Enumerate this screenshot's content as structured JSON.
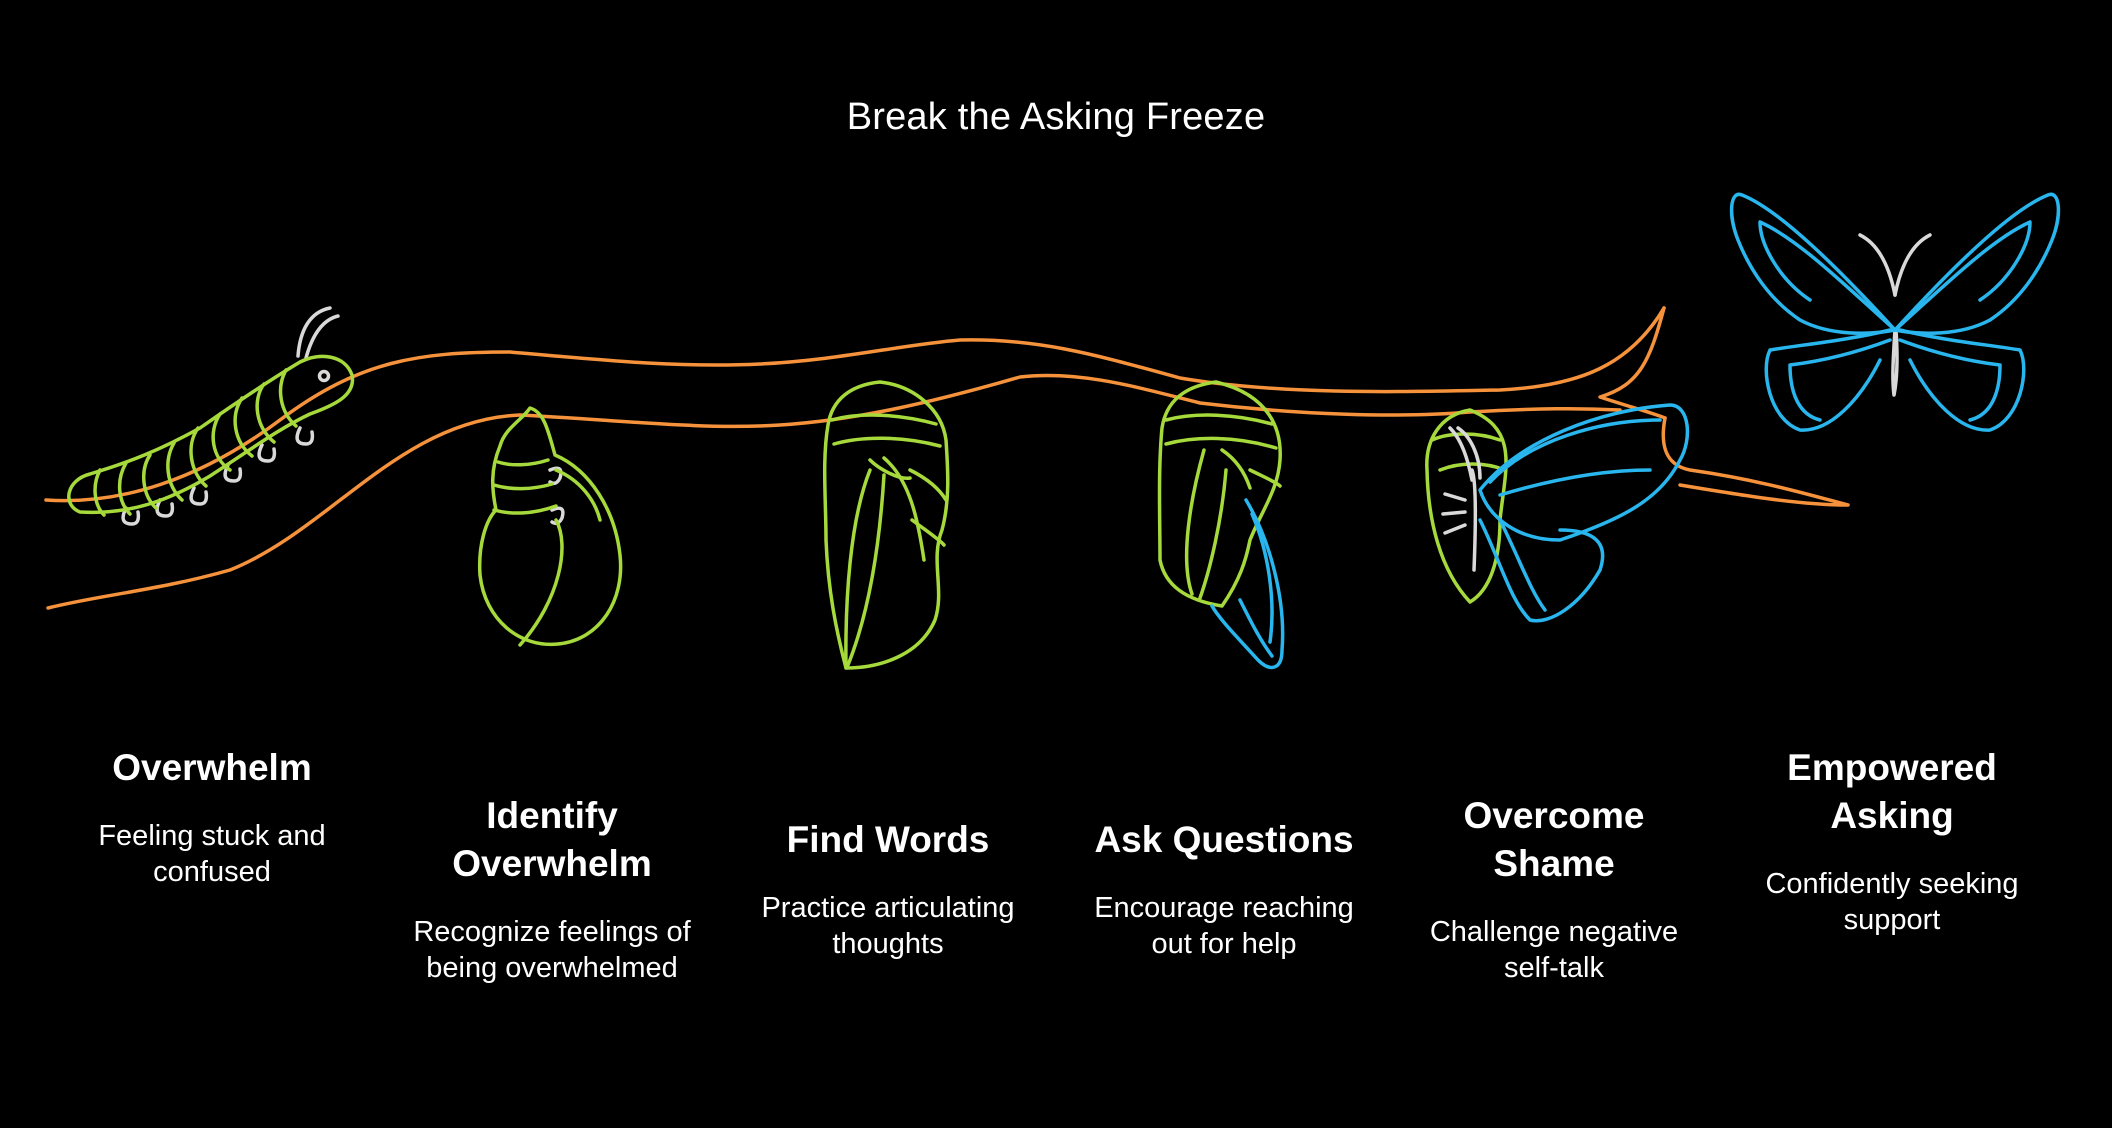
{
  "title": "Break the Asking Freeze",
  "colors": {
    "background": "#000000",
    "branch": "#f5923b",
    "larva": "#a6d93b",
    "butterfly": "#29b6ee",
    "antenna": "#d9d9d9",
    "text": "#ffffff"
  },
  "stages": [
    {
      "heading": "Overwhelm",
      "description": "Feeling stuck and confused",
      "icon": "caterpillar-icon"
    },
    {
      "heading": "Identify Overwhelm",
      "description": "Recognize feelings of being overwhelmed",
      "icon": "curled-larva-icon"
    },
    {
      "heading": "Find Words",
      "description": "Practice articulating thoughts",
      "icon": "chrysalis-icon"
    },
    {
      "heading": "Ask Questions",
      "description": "Encourage reaching out for help",
      "icon": "chrysalis-with-wing-icon"
    },
    {
      "heading": "Overcome Shame",
      "description": "Challenge negative self-talk",
      "icon": "emerging-butterfly-icon"
    },
    {
      "heading": "Empowered Asking",
      "description": "Confidently seeking support",
      "icon": "butterfly-icon"
    }
  ]
}
